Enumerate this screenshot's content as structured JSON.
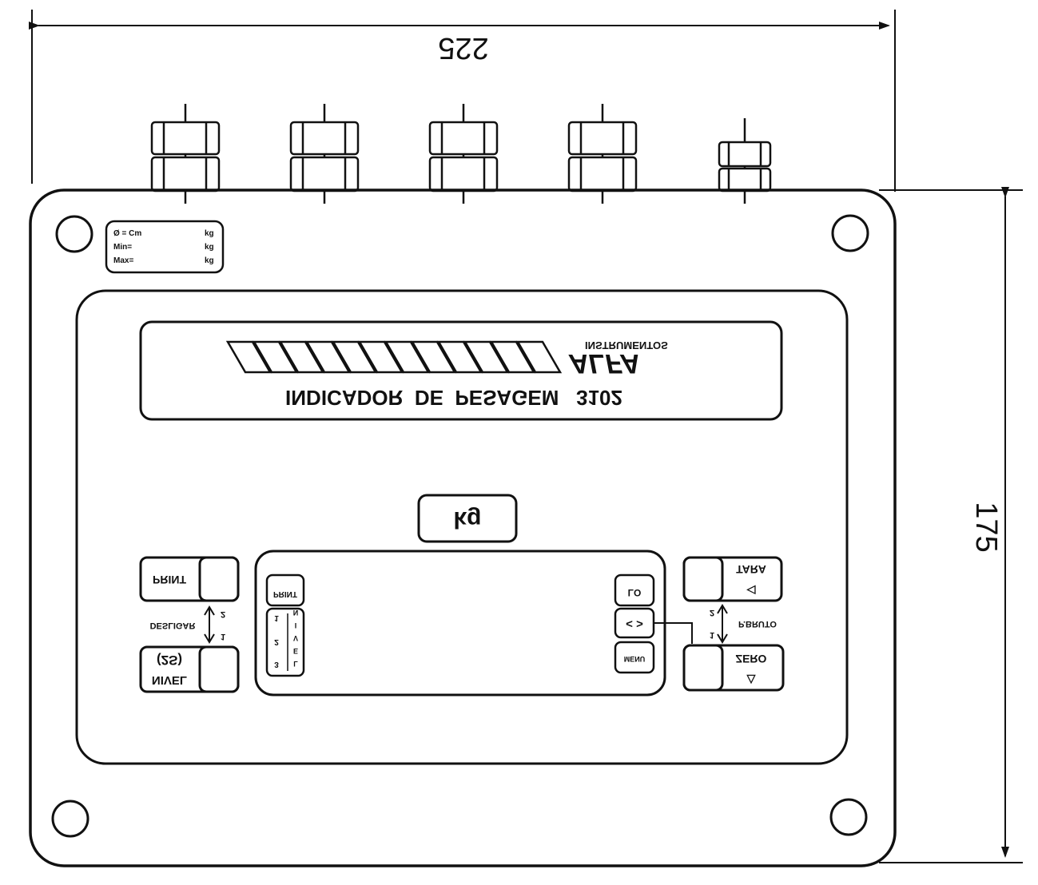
{
  "dimensions": {
    "width_label": "225",
    "height_label": "175"
  },
  "spec_label": {
    "line1": "Ø = Cm",
    "line2": "Min=",
    "line3": "Max=",
    "unit": "kg"
  },
  "display": {
    "brand": "ALFA",
    "brand_sub": "INSTRUMENTOS",
    "product_name": "INDICADOR  DE  PESAGEM   3102"
  },
  "unit_window": "kg",
  "keys": {
    "print": "PRINT",
    "nivel": "NIVEL",
    "nivel_sub": "(2S)",
    "desligar": "DESLIGAR",
    "tara": "TARA",
    "zero": "ZERO",
    "p_bruto": "P.BRUTO",
    "arrow_up_num": "2",
    "arrow_down_num": "1"
  },
  "inner_panel": {
    "print_button": "PRINT",
    "selector_left": [
      "N",
      "I",
      "V",
      "E",
      "L"
    ],
    "selector_right": [
      "1",
      "2",
      "3"
    ],
    "lo_button": "LO",
    "menu_button": "MENU",
    "arrows_button": "< >"
  }
}
